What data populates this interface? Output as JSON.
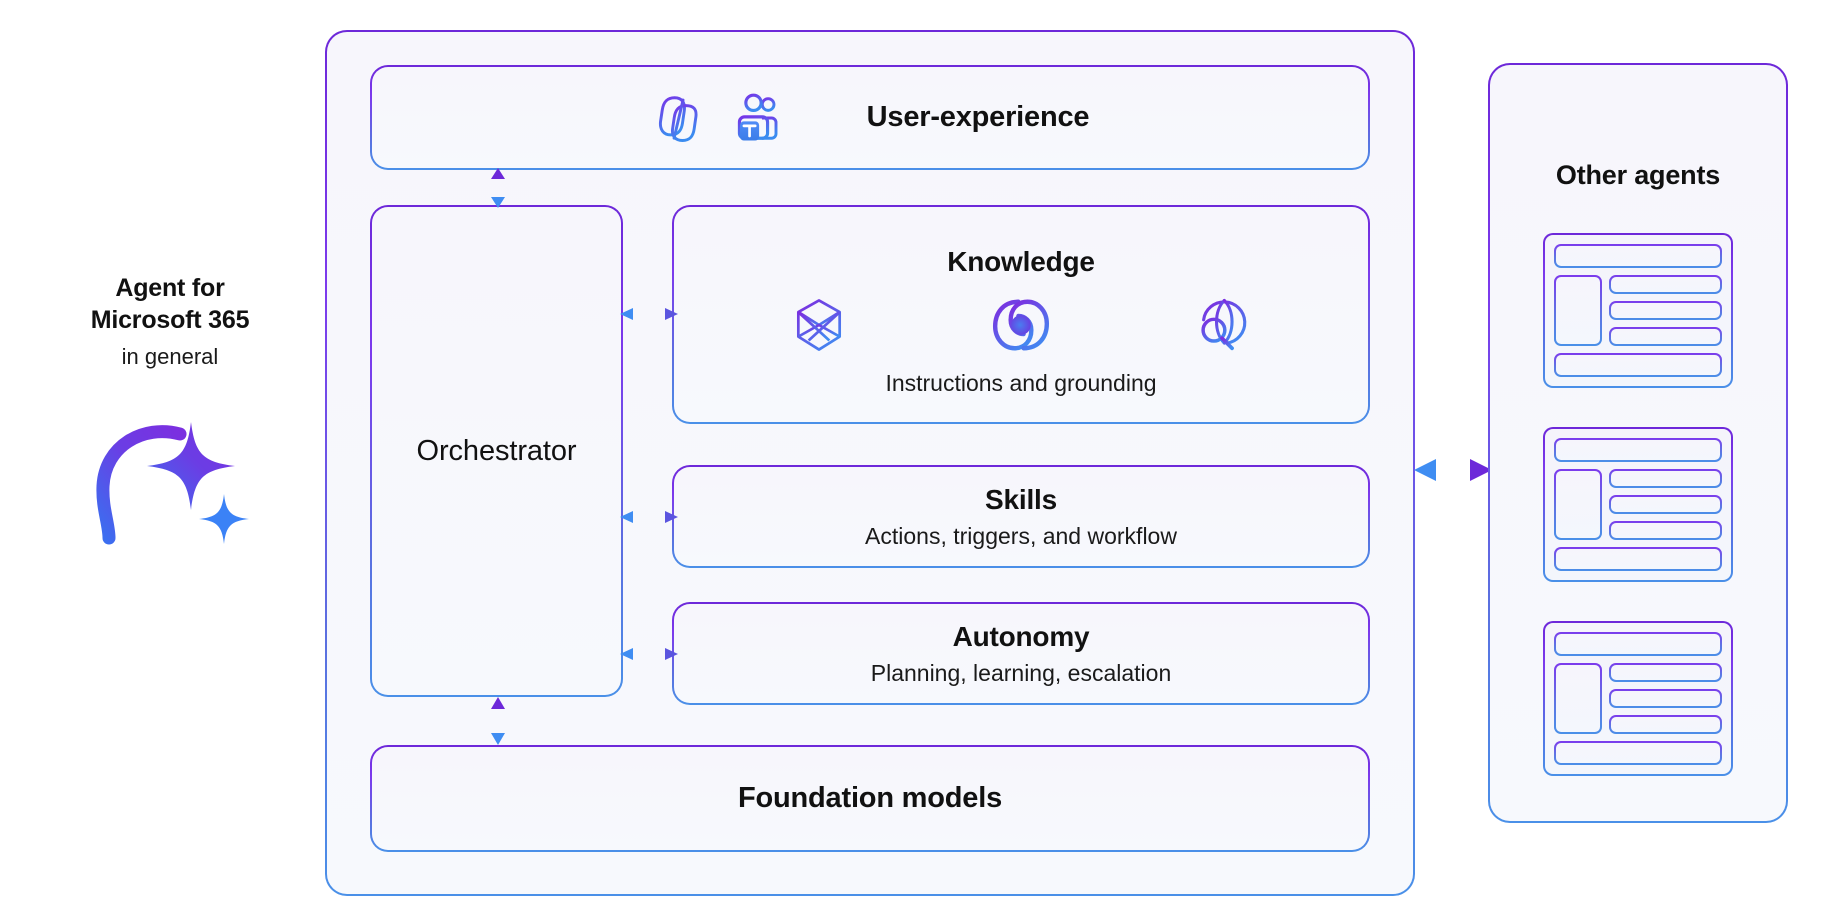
{
  "caption": {
    "line1": "Agent for",
    "line2": "Microsoft 365",
    "subtitle": "in general",
    "logo_icon": "copilot-sparkle-logo"
  },
  "main_panel": {
    "user_experience": {
      "title": "User-experience",
      "icons": [
        "microsoft-365-icon",
        "teams-people-icon"
      ]
    },
    "orchestrator": {
      "title": "Orchestrator"
    },
    "knowledge": {
      "title": "Knowledge",
      "subtitle": "Instructions and grounding",
      "icons": [
        "knowledge-graph-icon",
        "fabric-onelake-icon",
        "web-search-globe-icon"
      ]
    },
    "skills": {
      "title": "Skills",
      "subtitle": "Actions, triggers, and workflow"
    },
    "autonomy": {
      "title": "Autonomy",
      "subtitle": "Planning, learning, escalation"
    },
    "foundation_models": {
      "title": "Foundation models"
    }
  },
  "other_agents": {
    "title": "Other agents",
    "cards": [
      {
        "name": "agent-card-1"
      },
      {
        "name": "agent-card-2"
      },
      {
        "name": "agent-card-3"
      }
    ]
  },
  "connectors": [
    {
      "name": "ux-to-orchestrator",
      "style": "solid",
      "direction": "bidirectional",
      "orientation": "vertical"
    },
    {
      "name": "orchestrator-to-knowledge",
      "style": "solid",
      "direction": "bidirectional",
      "orientation": "horizontal"
    },
    {
      "name": "orchestrator-to-skills",
      "style": "solid",
      "direction": "bidirectional",
      "orientation": "horizontal"
    },
    {
      "name": "orchestrator-to-autonomy",
      "style": "solid",
      "direction": "bidirectional",
      "orientation": "horizontal"
    },
    {
      "name": "orchestrator-to-foundation",
      "style": "solid",
      "direction": "bidirectional",
      "orientation": "vertical"
    },
    {
      "name": "main-to-other-agents",
      "style": "dashed",
      "direction": "bidirectional",
      "orientation": "horizontal"
    }
  ],
  "colors": {
    "border_purple": "#6d28d9",
    "border_blue": "#4a90e8",
    "accent_violet": "#5b3fd6",
    "accent_blue": "#3b82f6",
    "panel_background": "#f7f6fc",
    "page_background": "#ffffff",
    "text": "#111111"
  }
}
